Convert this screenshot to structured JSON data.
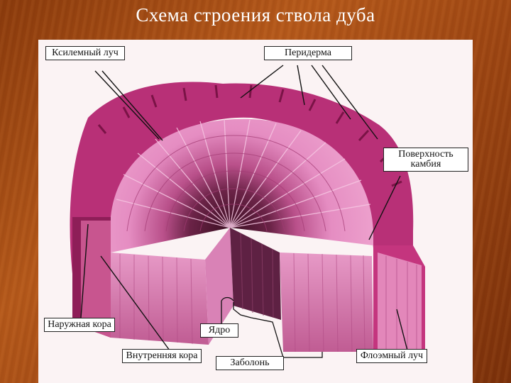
{
  "title": "Схема строения ствола дуба",
  "labels": {
    "xylem_ray": "Ксилемный луч",
    "periderm": "Перидерма",
    "cambium_surface": "Поверхность камбия",
    "outer_bark": "Наружная кора",
    "heartwood": "Ядро",
    "inner_bark": "Внутренняя кора",
    "sapwood": "Заболонь",
    "phloem_ray": "Флоэмный луч"
  },
  "colors": {
    "background": "#9c4512",
    "wood_pink": "#e98bc4",
    "bark_magenta": "#c4357e",
    "heartwood_dark": "#5a1f3a"
  }
}
